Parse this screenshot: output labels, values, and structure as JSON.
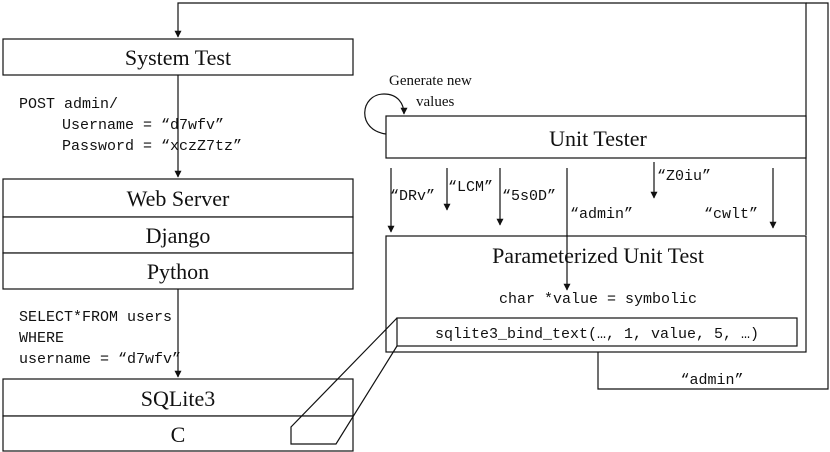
{
  "left_stack": {
    "system_test": "System Test",
    "http_request": {
      "line1": "POST admin/",
      "line2": "Username = “d7wfv”",
      "line3": "Password = “xczZ7tz”"
    },
    "web_server": "Web Server",
    "django": "Django",
    "python": "Python",
    "sql_query": {
      "line1": "SELECT*FROM users",
      "line2": "WHERE",
      "line3": "username = “d7wfv”"
    },
    "sqlite": "SQLite3",
    "c": "C"
  },
  "right_side": {
    "generate_note": {
      "line1": "Generate new",
      "line2": "values"
    },
    "unit_tester": "Unit Tester",
    "values": {
      "v1": "“DRv”",
      "v2": "“LCM”",
      "v3": "“5s0D”",
      "v4": "“admin”",
      "v5": "“Z0iu”",
      "v6": "“cwlt”"
    },
    "put": {
      "title": "Parameterized Unit Test",
      "code_line": "char *value = symbolic",
      "call": "sqlite3_bind_text(…, 1, value, 5, …)"
    },
    "feedback_value": "“admin”"
  }
}
